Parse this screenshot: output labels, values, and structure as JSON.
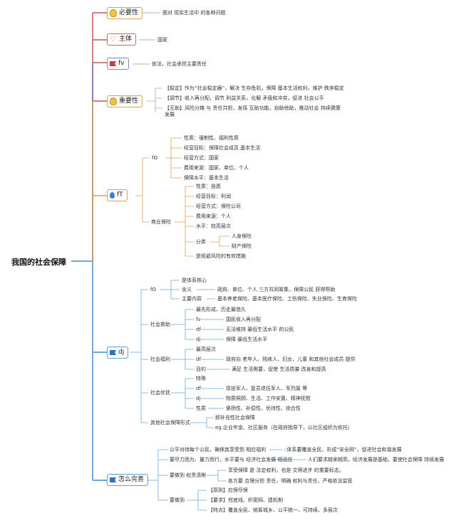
{
  "root": "我国的社会保障",
  "b1": {
    "label": "必要性",
    "text": "面对 现实生活中 的各种问题"
  },
  "b2": {
    "label": "主体",
    "text": "国家"
  },
  "b3": {
    "label": "fv",
    "text": "依法，社会承担主要责任"
  },
  "b4": {
    "label": "重要性",
    "items": [
      "【稳定】作为“社会稳定器”，解决 生存危机，保障 基本生活权利，维护 秩序稳定",
      "【调节】收入再分配，调节 利益关系，化解 矛盾和冲突，促进 社会公平",
      "【互助】风险分摊 与 责任共担，发挥 互助功能，自助他助，推动社会 持续健康",
      "发展"
    ]
  },
  "b5": {
    "label": "fT",
    "fo": {
      "label": "fO",
      "items": [
        "性质：强制性、福利性质",
        "经营目标：保障社会成员 基本生活",
        "经营方式：国家",
        "费用来源：国家、单位、个人",
        "保障水平：基本生活"
      ]
    },
    "ins": {
      "label": "商业保险",
      "items": [
        "性质：自愿",
        "经营目标：利润",
        "经营方式：保险公司",
        "费用来源：个人",
        "水平：较高层次"
      ],
      "fenlei": "分类",
      "kinds": [
        "人身保险",
        "财产保险"
      ],
      "last": "是规避风险的有效措施"
    }
  },
  "b6": {
    "label": "dj",
    "fo": {
      "label": "fO",
      "core": "是体系核心",
      "hanyi": "含义",
      "hanyi_text": "政府、单位、个人 三方共同筹集，保障公民 获得帮助",
      "main": "主要内容",
      "main_text": "基本养老保险、基本医疗保险、工伤保险、失业保险、生育保险"
    },
    "jiuzhu": {
      "label": "社会救助",
      "a": "最先形成、历史最悠久",
      "b": "fv",
      "b_t": "国民收入再分配",
      "c": "df",
      "c_t": "无法维持 最低生活水平 的公民",
      "d": "dj",
      "d_t": "保障 最低生活水平"
    },
    "fuli": {
      "label": "社会福利",
      "a": "最高层次",
      "b": "df",
      "b_t": "政府向 老年人、残疾人、妇女、儿童 和其他社会成员 提供",
      "c": "目的",
      "c_t": "满足 生活需要，促使 生活质量 改善和提高"
    },
    "youfu": {
      "label": "社会优抚",
      "a": "特殊",
      "b": "df",
      "b_t": "现役军人、复员退伍军人、军烈属 等",
      "c": "dj",
      "c_t": "物质照顾、生活、工作安置、精神抚慰",
      "d": "性质",
      "d_t": "褒扬性、补偿性、优待性、综合性"
    },
    "other": {
      "label": "其他社会保障形式",
      "a": "即补充性社会保障",
      "b": "eg.企业年金、社区服务（在政府指导下，以社区组织为依托）"
    }
  },
  "b7": {
    "label": "怎么完善",
    "a": "公平对待每个公民，确保其享受到 相应福利",
    "a_t": "∴体系要覆盖全民，形成“安全网”，促进社会和谐发展",
    "b": "要尽力而为、量力而行，水平要与 经济社会发展 相适应",
    "b_t": "人们要求越来越高，经济发展是基础，要使社会保障 持续发展",
    "c": "要做到 权责清晰",
    "c_1": "享受保障 是 法定权利，也是 文明进步 的重要标志。",
    "c_2": "各方要 合理分担 责任，明确 权利与责任，严格依法监管",
    "d": "要做到",
    "d_1": "【原则】应保尽保",
    "d_2": "【要求】兜底线、织密网、建机制",
    "d_3": "【特点】覆盖全民、统筹城乡、公平统一、可持续、多层次"
  },
  "colors": {
    "b1": "#d9a14e",
    "b2": "#d2685e",
    "b3": "#8e7ec2",
    "b4": "#d4a84b",
    "b5": "#e0a04b",
    "b6": "#5ba1d6",
    "b7": "#5ba1d6"
  }
}
